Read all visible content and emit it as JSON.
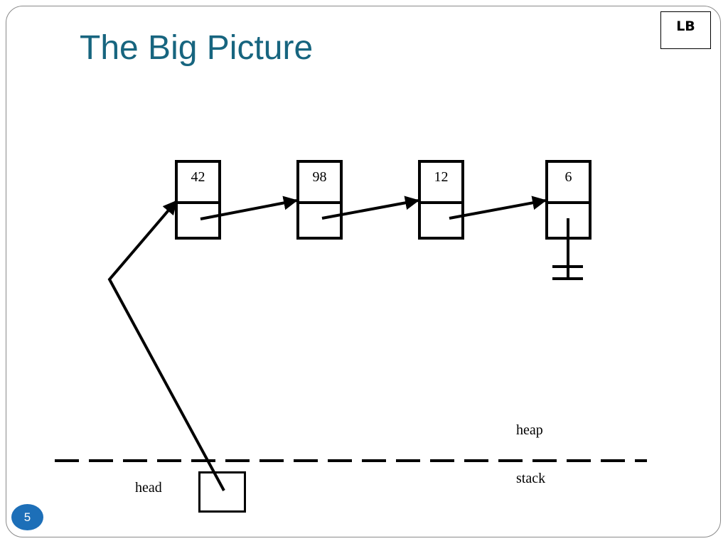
{
  "slide": {
    "title": "The Big Picture",
    "badge": "LB",
    "page_number": "5"
  },
  "nodes": [
    {
      "value": "42"
    },
    {
      "value": "98"
    },
    {
      "value": "12"
    },
    {
      "value": "6"
    }
  ],
  "labels": {
    "heap": "heap",
    "stack": "stack",
    "head": "head"
  },
  "colors": {
    "title": "#17657f",
    "page_badge": "#1d6fb8",
    "lines": "#000000"
  }
}
